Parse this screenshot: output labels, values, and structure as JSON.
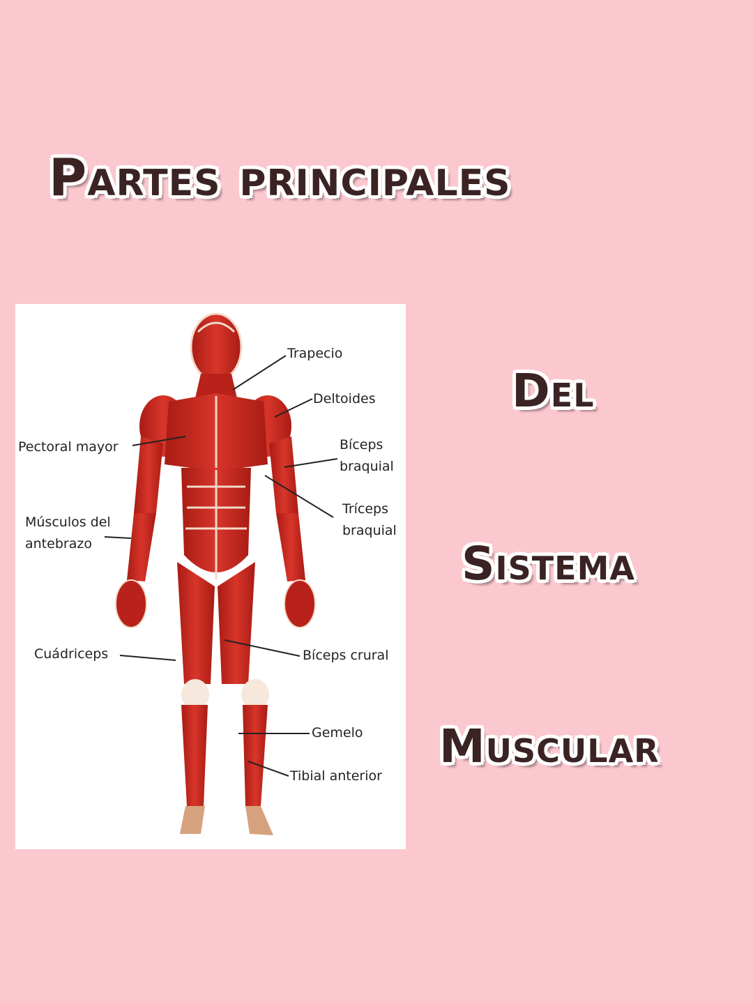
{
  "heading": {
    "title": "Partes principales",
    "line1": "Del",
    "line2": "Sistema",
    "line3": "Muscular"
  },
  "diagram": {
    "labels": {
      "trapecio": "Trapecio",
      "deltoides": "Deltoides",
      "biceps_braquial_1": "Bíceps",
      "biceps_braquial_2": "braquial",
      "triceps_braquial_1": "Tríceps",
      "triceps_braquial_2": "braquial",
      "pectoral_mayor": "Pectoral mayor",
      "musculos_antebrazo_1": "Músculos del",
      "musculos_antebrazo_2": "antebrazo",
      "cuadriceps": "Cuádriceps",
      "biceps_crural": "Bíceps crural",
      "gemelo": "Gemelo",
      "tibial_anterior": "Tibial anterior"
    },
    "colors": {
      "muscle": "#c8281e",
      "muscle_dark": "#9c1a12",
      "tendon": "#f6e8dc",
      "panel": "#ffffff"
    }
  }
}
